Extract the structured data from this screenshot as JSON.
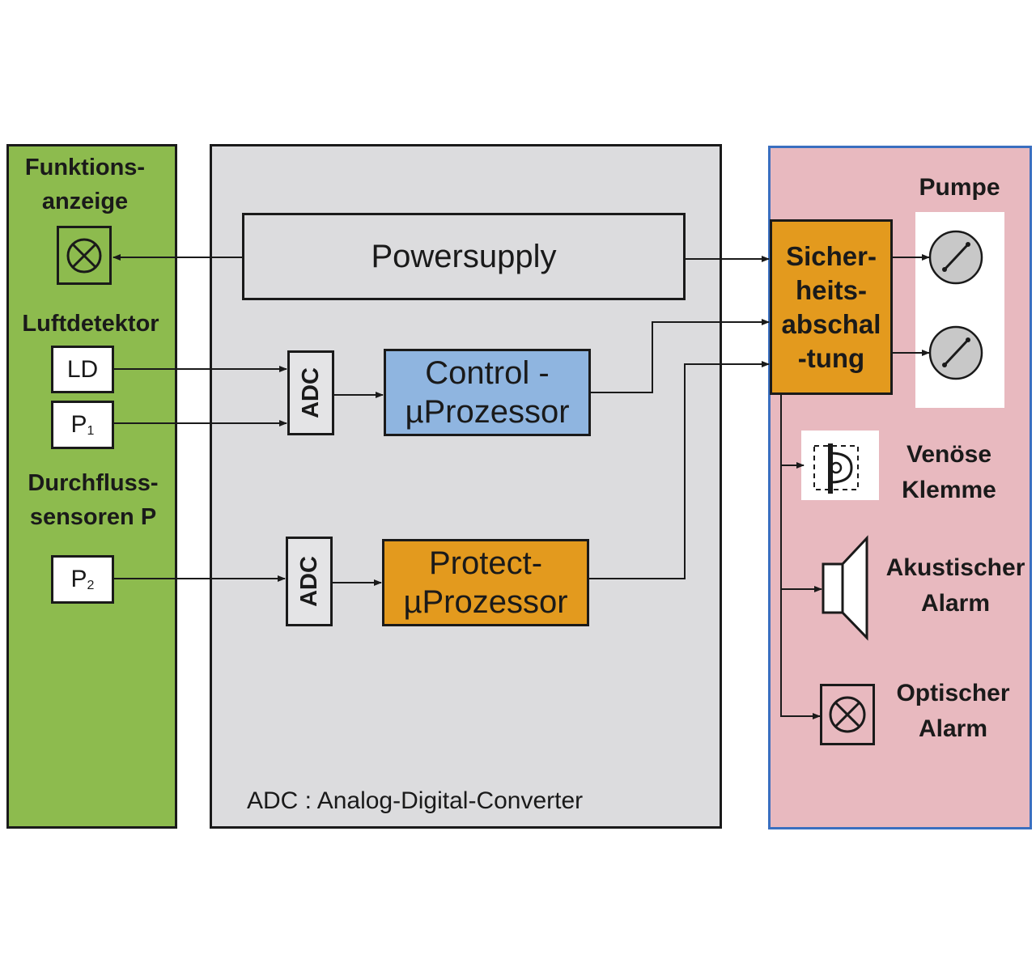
{
  "left": {
    "funktionsanzeige": [
      "Funktions-",
      "anzeige"
    ],
    "luftdetektor": "Luftdetektor",
    "ld": "LD",
    "p1": {
      "main": "P",
      "sub": "1"
    },
    "durchfluss": [
      "Durchfluss-",
      "sensoren P"
    ],
    "p2": {
      "main": "P",
      "sub": "2"
    }
  },
  "middle": {
    "powersupply": "Powersupply",
    "adc": "ADC",
    "control": [
      "Control -",
      "µProzessor"
    ],
    "protect": [
      "Protect-",
      "µProzessor"
    ],
    "footnote": "ADC : Analog-Digital-Converter"
  },
  "right": {
    "pumpe": "Pumpe",
    "sicherheit": [
      "Sicher-",
      "heits-",
      "abschal",
      "-tung"
    ],
    "venoese": [
      "Venöse",
      "Klemme"
    ],
    "akustisch": [
      "Akustischer",
      "Alarm"
    ],
    "optisch": [
      "Optischer",
      "Alarm"
    ]
  },
  "colors": {
    "left_bg": "#8dbb4e",
    "mid_bg": "#dcdcde",
    "right_bg": "#e8b9bf",
    "right_border": "#3a6fc0",
    "control_bg": "#8fb5e0",
    "orange": "#e39a1e"
  }
}
